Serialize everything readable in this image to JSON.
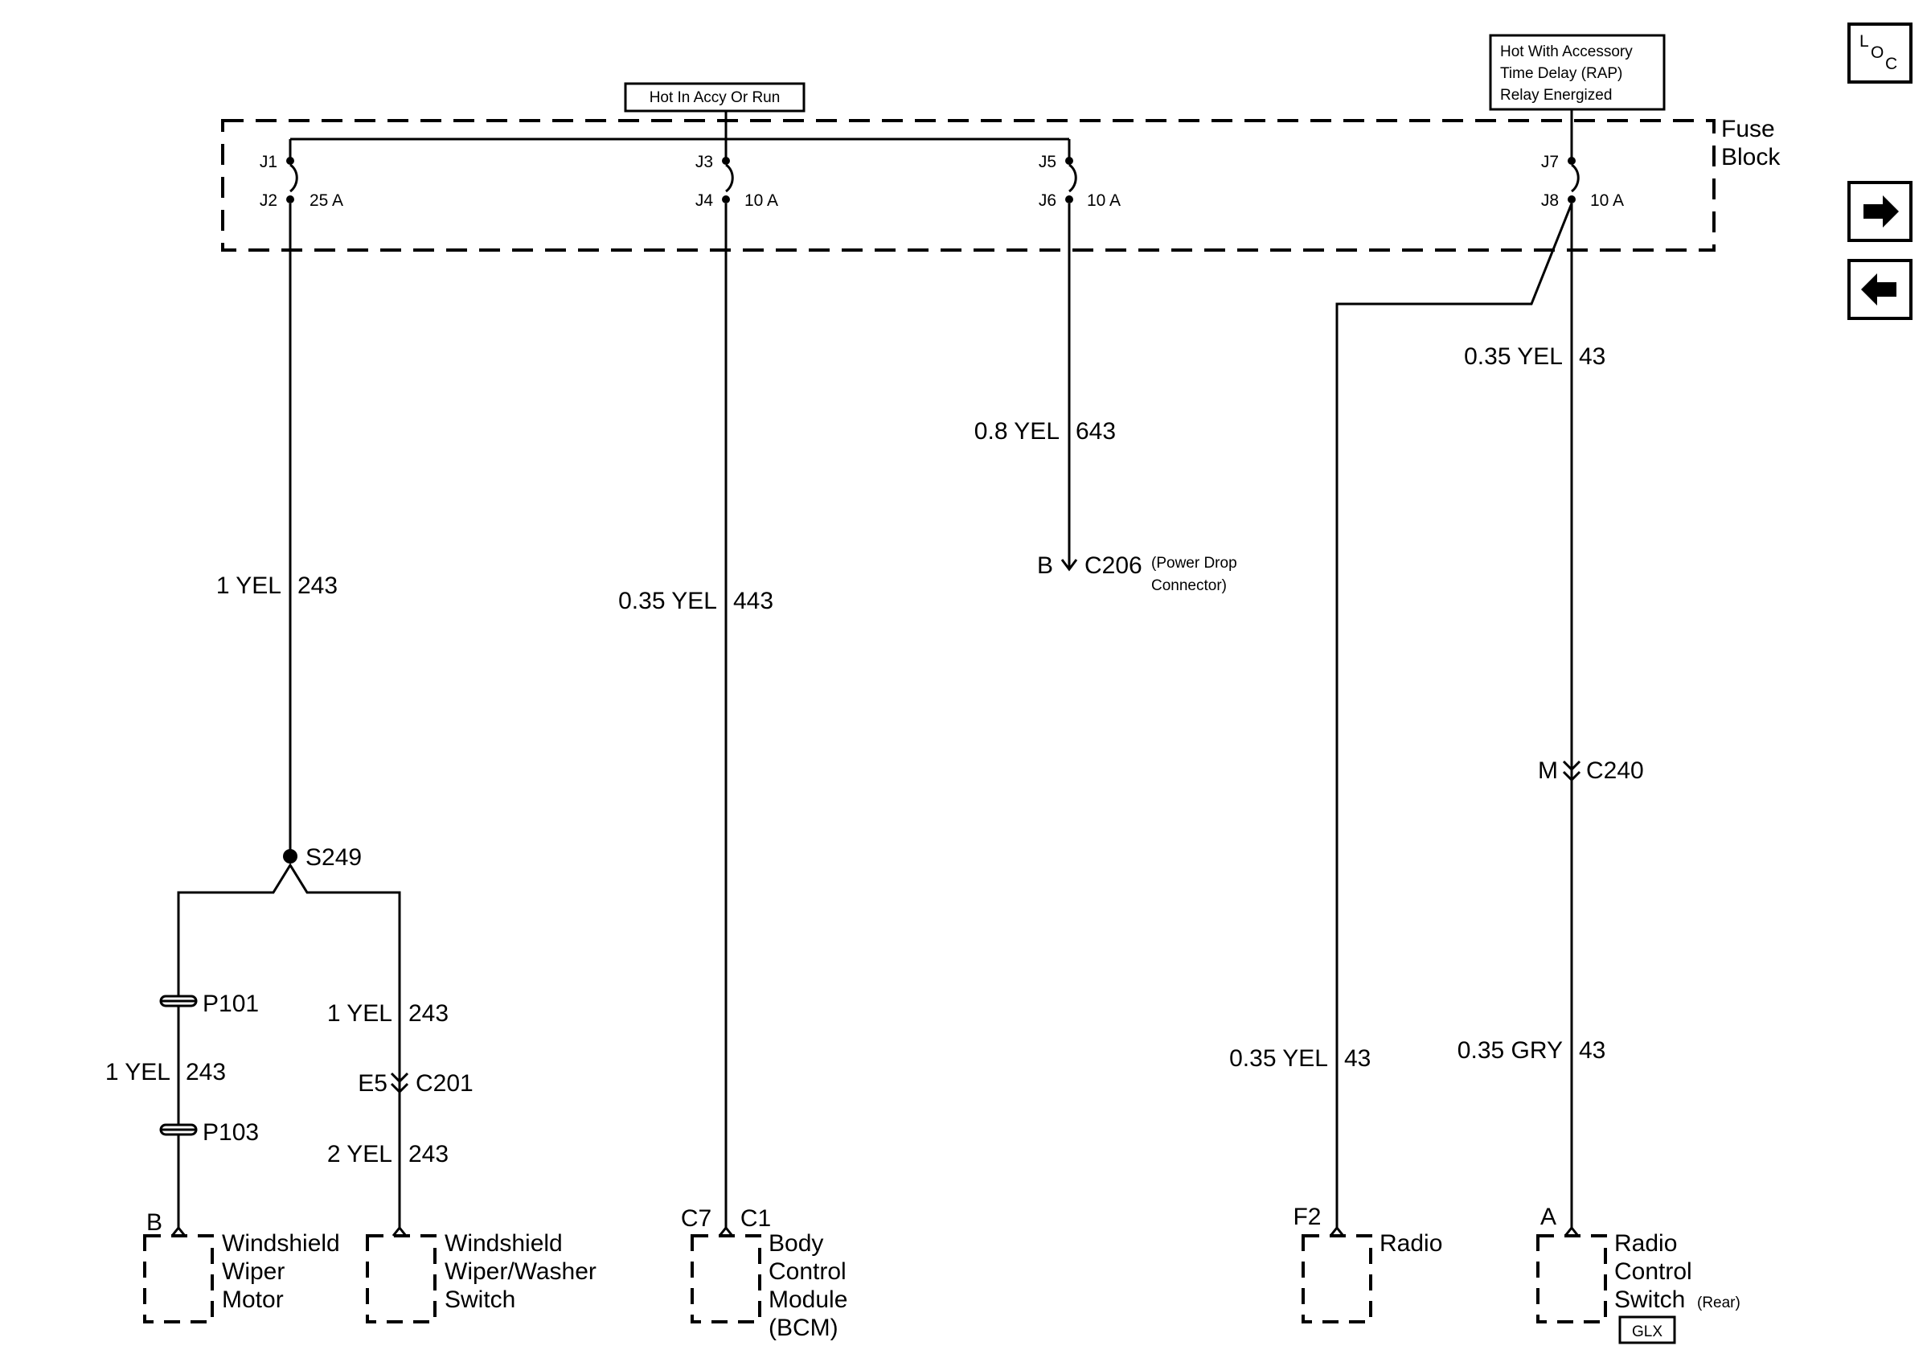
{
  "sources": {
    "main": "Hot In Accy Or Run",
    "rap": [
      "Hot With Accessory",
      "Time Delay (RAP)",
      "Relay Energized"
    ]
  },
  "fuse_block": {
    "title": [
      "Fuse",
      "Block"
    ],
    "fuses": [
      {
        "in": "J1",
        "out": "J2",
        "rating": "25 A"
      },
      {
        "in": "J3",
        "out": "J4",
        "rating": "10 A"
      },
      {
        "in": "J5",
        "out": "J6",
        "rating": "10 A"
      },
      {
        "in": "J7",
        "out": "J8",
        "rating": "10 A"
      }
    ]
  },
  "wires": {
    "w243_main": {
      "label": "1 YEL",
      "circuit": "243"
    },
    "w443": {
      "label": "0.35 YEL",
      "circuit": "443"
    },
    "w643": {
      "label": "0.8 YEL",
      "circuit": "643"
    },
    "w43_right": {
      "label": "0.35 YEL",
      "circuit": "43"
    },
    "w43_radio": {
      "label": "0.35 YEL",
      "circuit": "43"
    },
    "w43_gry": {
      "label": "0.35 GRY",
      "circuit": "43"
    },
    "w243_motor": {
      "label": "1 YEL",
      "circuit": "243"
    },
    "w243_switch_top": {
      "label": "1 YEL",
      "circuit": "243"
    },
    "w243_switch_bot": {
      "label": "2 YEL",
      "circuit": "243"
    }
  },
  "connectors": {
    "c206": {
      "pin": "B",
      "name": "C206",
      "note": [
        "(Power Drop",
        "Connector)"
      ]
    },
    "c240": {
      "pin": "M",
      "name": "C240"
    },
    "c201": {
      "pin": "E5",
      "name": "C201"
    },
    "s249": "S249",
    "p101": "P101",
    "p103": "P103"
  },
  "components": {
    "wiper_motor": {
      "pin": "B",
      "name": [
        "Windshield",
        "Wiper",
        "Motor"
      ]
    },
    "wiper_switch": {
      "name": [
        "Windshield",
        "Wiper/Washer",
        "Switch"
      ]
    },
    "bcm": {
      "pins": [
        "C7",
        "C1"
      ],
      "name": [
        "Body",
        "Control",
        "Module",
        "(BCM)"
      ]
    },
    "radio": {
      "pin": "F2",
      "name": "Radio"
    },
    "radio_switch": {
      "pin": "A",
      "name": [
        "Radio",
        "Control",
        "Switch"
      ],
      "qualifier": "(Rear)",
      "option": "GLX"
    }
  },
  "nav": {
    "loc": [
      "L",
      "O",
      "C"
    ],
    "next_icon": "arrow-right-icon",
    "prev_icon": "arrow-left-icon"
  }
}
